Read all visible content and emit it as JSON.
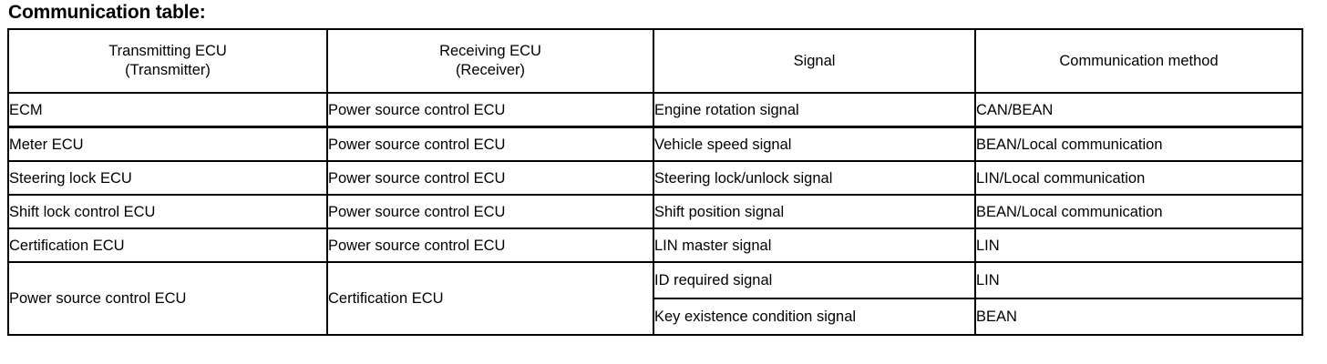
{
  "document": {
    "title": "Communication table:"
  },
  "table": {
    "columns": [
      {
        "line1": "Transmitting ECU",
        "line2": "(Transmitter)"
      },
      {
        "line1": "Receiving ECU",
        "line2": "(Receiver)"
      },
      {
        "line1": "Signal",
        "line2": ""
      },
      {
        "line1": "Communication method",
        "line2": ""
      }
    ],
    "rows": [
      {
        "transmitter": "ECM",
        "receiver": "Power source control ECU",
        "signal": "Engine rotation signal",
        "method": "CAN/BEAN"
      },
      {
        "transmitter": "Meter ECU",
        "receiver": "Power source control ECU",
        "signal": "Vehicle speed signal",
        "method": "BEAN/Local communication"
      },
      {
        "transmitter": "Steering lock ECU",
        "receiver": "Power source control ECU",
        "signal": "Steering lock/unlock signal",
        "method": "LIN/Local communication"
      },
      {
        "transmitter": "Shift lock control ECU",
        "receiver": "Power source control ECU",
        "signal": "Shift position signal",
        "method": "BEAN/Local communication"
      },
      {
        "transmitter": "Certification ECU",
        "receiver": "Power source control ECU",
        "signal": "LIN master signal",
        "method": "LIN"
      }
    ],
    "merged_row": {
      "transmitter": "Power source control ECU",
      "receiver": "Certification ECU",
      "sub_rows": [
        {
          "signal": "ID required signal",
          "method": "LIN"
        },
        {
          "signal": "Key existence condition signal",
          "method": "BEAN"
        }
      ]
    }
  },
  "colors": {
    "text": "#000000",
    "background": "#ffffff",
    "border": "#000000"
  }
}
